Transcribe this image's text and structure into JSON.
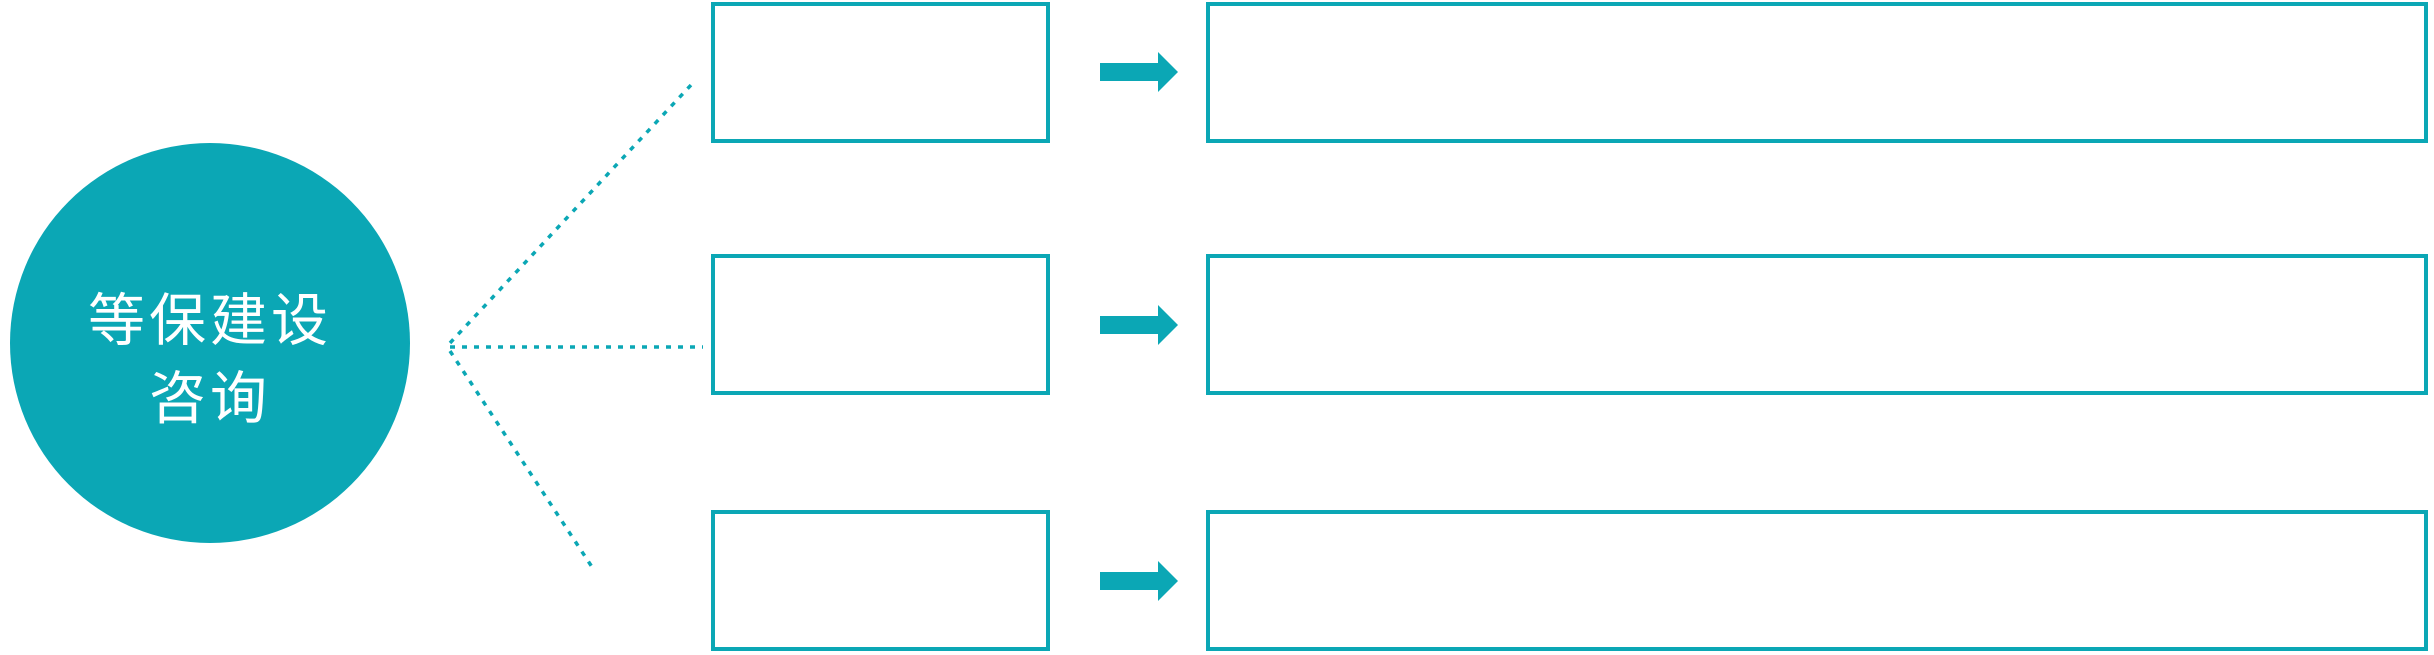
{
  "colors": {
    "teal": "#0ba7b5",
    "bg": "#ffffff"
  },
  "circle": {
    "label_line1": "等保建设",
    "label_line2": "咨询"
  },
  "rows": [
    {
      "id": "row-1",
      "step_label": "",
      "detail_label": ""
    },
    {
      "id": "row-2",
      "step_label": "",
      "detail_label": ""
    },
    {
      "id": "row-3",
      "step_label": "",
      "detail_label": ""
    }
  ],
  "icons": {
    "arrow_right": "arrow-right-icon",
    "connector": "dotted-connector-line"
  }
}
